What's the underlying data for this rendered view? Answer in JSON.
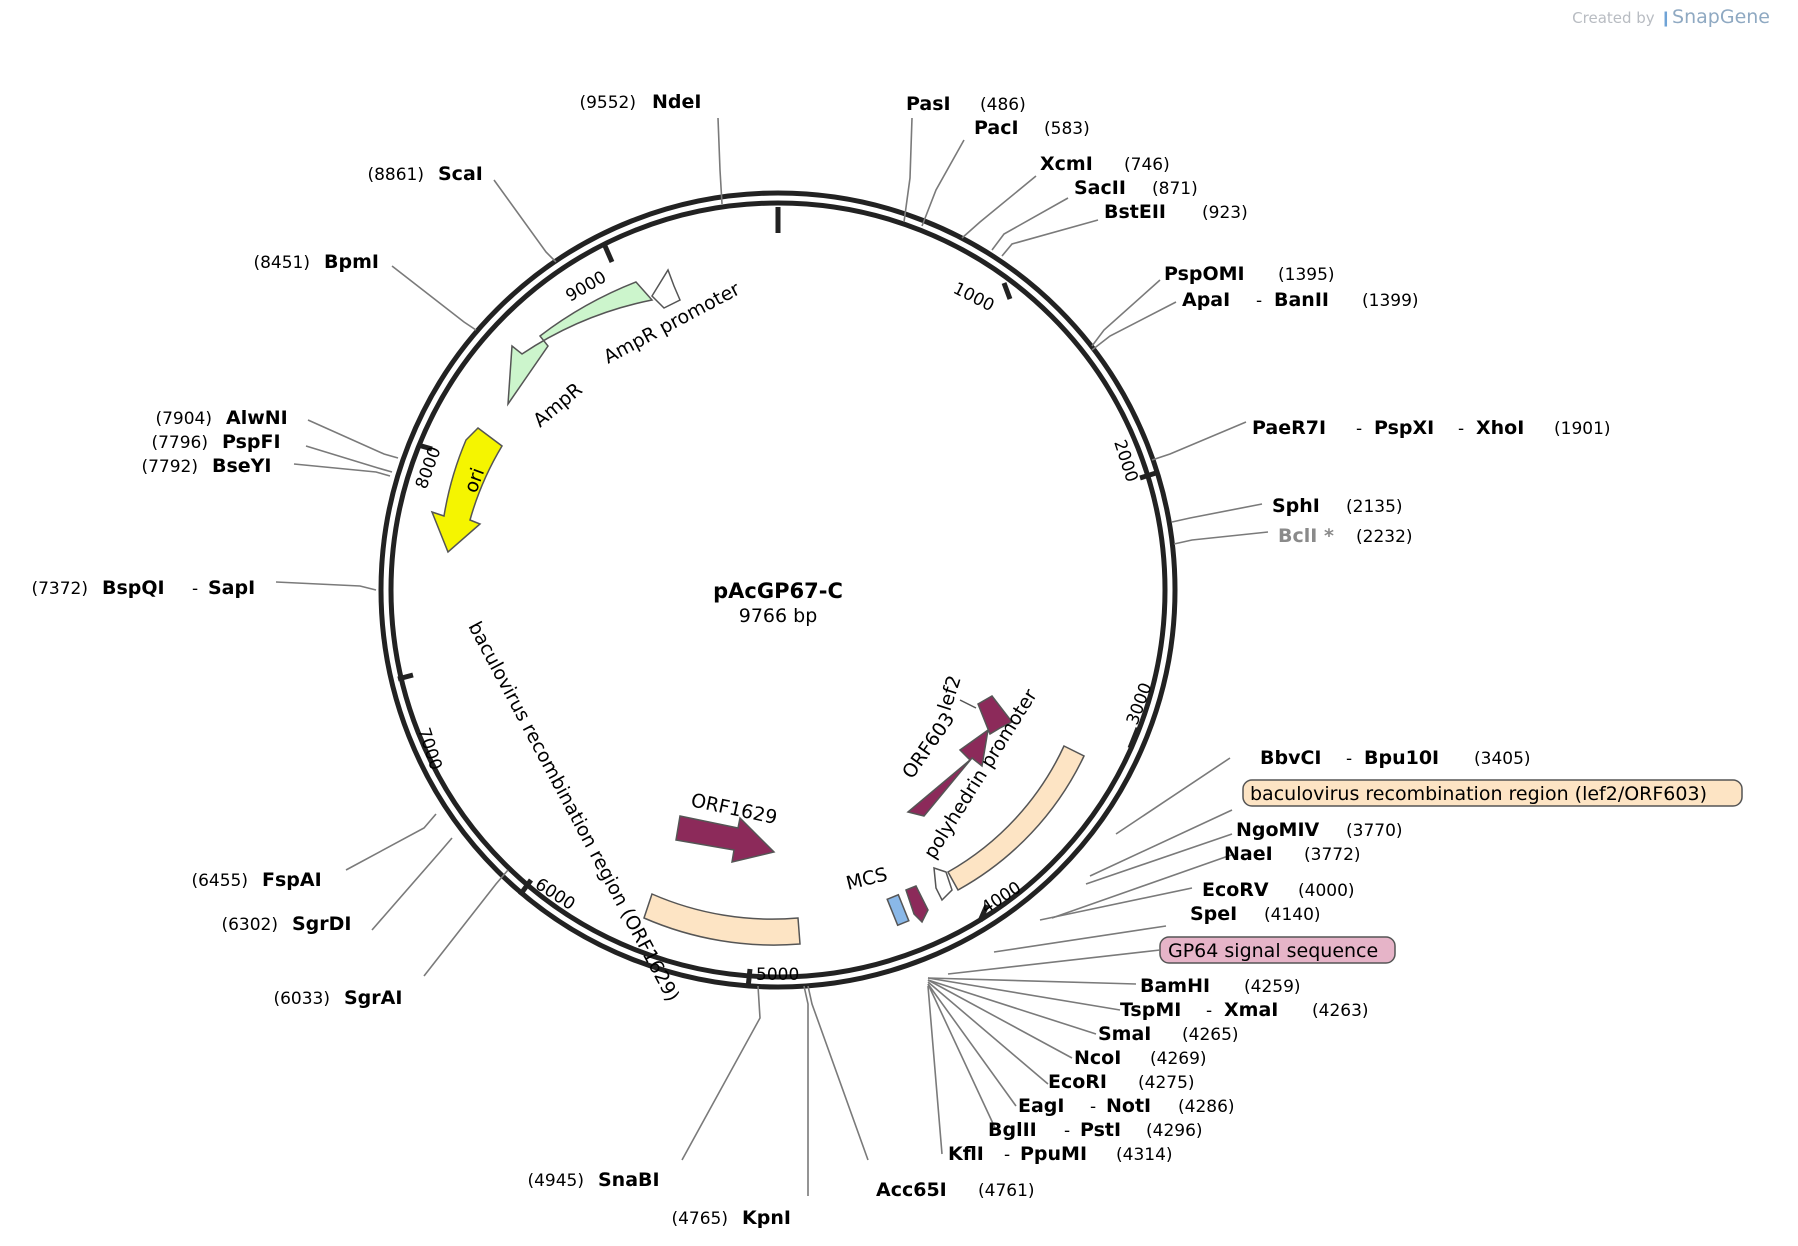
{
  "credit": {
    "prefix": "Created by",
    "brand": "SnapGene"
  },
  "plasmid": {
    "name": "pAcGP67-C",
    "size_label": "9766 bp"
  },
  "ticks": [
    "1000",
    "2000",
    "3000",
    "4000",
    "5000",
    "6000",
    "7000",
    "8000",
    "9000"
  ],
  "features": {
    "ampr_promoter": "AmpR promoter",
    "ampr": "AmpR",
    "ori": "ori",
    "lef2": "lef2",
    "orf603": "ORF603",
    "polyhedrin_promoter": "polyhedrin promoter",
    "mcs": "MCS",
    "orf1629": "ORF1629",
    "bac_rec_orf1629": "baculovirus recombination region (ORF1629)",
    "bac_rec_lef2": "baculovirus recombination region (lef2/ORF603)",
    "gp64": "GP64 signal sequence"
  },
  "sites": [
    {
      "id": "ndei",
      "names": [
        "NdeI"
      ],
      "pos": "(9552)"
    },
    {
      "id": "pasi",
      "names": [
        "PasI"
      ],
      "pos": "(486)"
    },
    {
      "id": "paci",
      "names": [
        "PacI"
      ],
      "pos": "(583)"
    },
    {
      "id": "xcmi",
      "names": [
        "XcmI"
      ],
      "pos": "(746)"
    },
    {
      "id": "sacii",
      "names": [
        "SacII"
      ],
      "pos": "(871)"
    },
    {
      "id": "bsteii",
      "names": [
        "BstEII"
      ],
      "pos": "(923)"
    },
    {
      "id": "pspomi",
      "names": [
        "PspOMI"
      ],
      "pos": "(1395)"
    },
    {
      "id": "apai",
      "names": [
        "ApaI",
        "BanII"
      ],
      "pos": "(1399)"
    },
    {
      "id": "paer7i",
      "names": [
        "PaeR7I",
        "PspXI",
        "XhoI"
      ],
      "pos": "(1901)"
    },
    {
      "id": "sphi",
      "names": [
        "SphI"
      ],
      "pos": "(2135)"
    },
    {
      "id": "bcli",
      "names": [
        "BclI *"
      ],
      "pos": "(2232)"
    },
    {
      "id": "bbvci",
      "names": [
        "BbvCI",
        "Bpu10I"
      ],
      "pos": "(3405)"
    },
    {
      "id": "ngomiv",
      "names": [
        "NgoMIV"
      ],
      "pos": "(3770)"
    },
    {
      "id": "naei",
      "names": [
        "NaeI"
      ],
      "pos": "(3772)"
    },
    {
      "id": "ecorv",
      "names": [
        "EcoRV"
      ],
      "pos": "(4000)"
    },
    {
      "id": "spei",
      "names": [
        "SpeI"
      ],
      "pos": "(4140)"
    },
    {
      "id": "bamhi",
      "names": [
        "BamHI"
      ],
      "pos": "(4259)"
    },
    {
      "id": "tspmi",
      "names": [
        "TspMI",
        "XmaI"
      ],
      "pos": "(4263)"
    },
    {
      "id": "smai",
      "names": [
        "SmaI"
      ],
      "pos": "(4265)"
    },
    {
      "id": "ncoi",
      "names": [
        "NcoI"
      ],
      "pos": "(4269)"
    },
    {
      "id": "ecori",
      "names": [
        "EcoRI"
      ],
      "pos": "(4275)"
    },
    {
      "id": "eagi",
      "names": [
        "EagI",
        "NotI"
      ],
      "pos": "(4286)"
    },
    {
      "id": "bglii",
      "names": [
        "BglII",
        "PstI"
      ],
      "pos": "(4296)"
    },
    {
      "id": "kfli",
      "names": [
        "KflI",
        "PpuMI"
      ],
      "pos": "(4314)"
    },
    {
      "id": "acc65i",
      "names": [
        "Acc65I"
      ],
      "pos": "(4761)"
    },
    {
      "id": "kpni",
      "names": [
        "KpnI"
      ],
      "pos": "(4765)"
    },
    {
      "id": "snabi",
      "names": [
        "SnaBI"
      ],
      "pos": "(4945)"
    },
    {
      "id": "sgrai",
      "names": [
        "SgrAI"
      ],
      "pos": "(6033)"
    },
    {
      "id": "sgrdi",
      "names": [
        "SgrDI"
      ],
      "pos": "(6302)"
    },
    {
      "id": "fspai",
      "names": [
        "FspAI"
      ],
      "pos": "(6455)"
    },
    {
      "id": "bspqi",
      "names": [
        "BspQI",
        "SapI"
      ],
      "pos": "(7372)"
    },
    {
      "id": "bseyi",
      "names": [
        "BseYI"
      ],
      "pos": "(7792)"
    },
    {
      "id": "pspfi",
      "names": [
        "PspFI"
      ],
      "pos": "(7796)"
    },
    {
      "id": "alwni",
      "names": [
        "AlwNI"
      ],
      "pos": "(7904)"
    },
    {
      "id": "bpmi",
      "names": [
        "BpmI"
      ],
      "pos": "(8451)"
    },
    {
      "id": "scai",
      "names": [
        "ScaI"
      ],
      "pos": "(8861)"
    }
  ],
  "colors": {
    "backbone": "#222222",
    "ampr": "#ccf5cc",
    "ori": "#f5f500",
    "orf": "#8c2a5a",
    "recombination": "#fde4c4",
    "mcs_blue": "#8ab8e8",
    "gp64": "#e6b4c8",
    "leader": "#7a7a7a"
  }
}
